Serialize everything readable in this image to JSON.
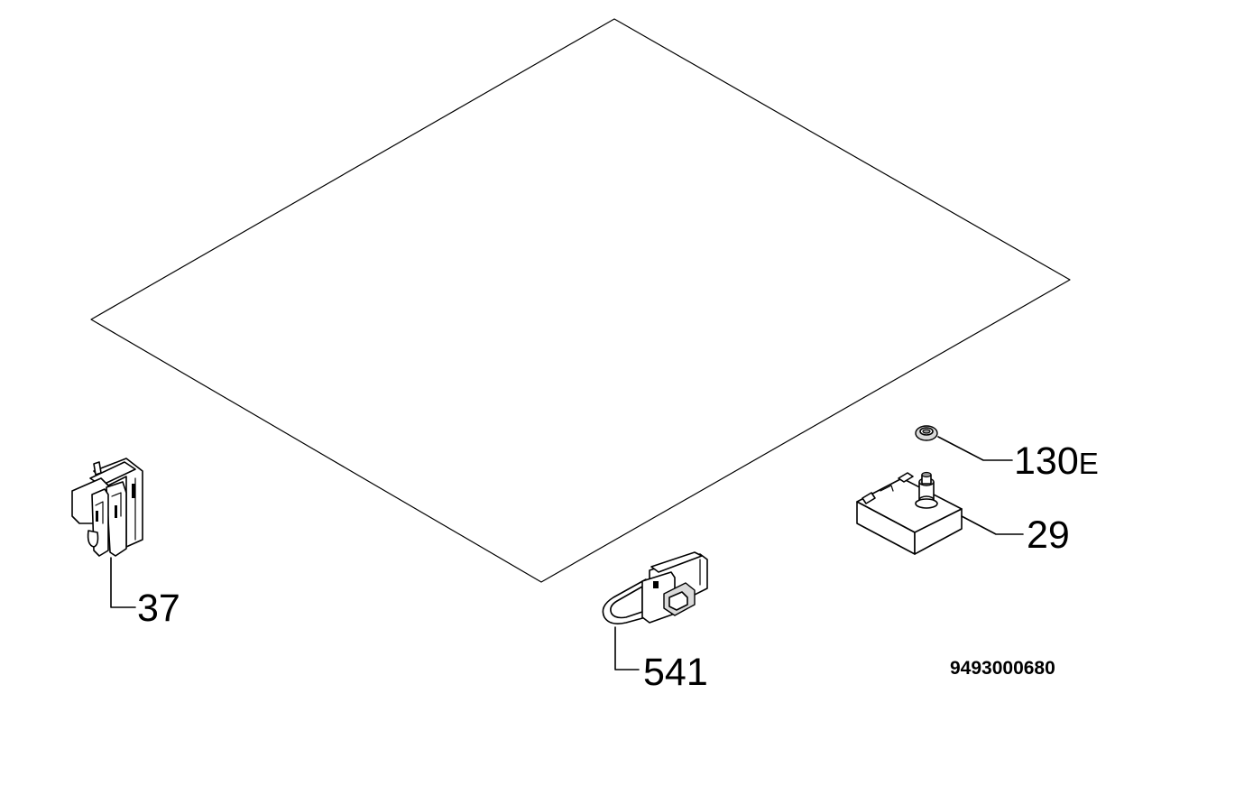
{
  "diagram": {
    "parts": [
      {
        "id": "panel",
        "label": ""
      },
      {
        "id": "part-37",
        "label": "37"
      },
      {
        "id": "part-541",
        "label": "541"
      },
      {
        "id": "part-130e",
        "label": "130",
        "suffix": "E"
      },
      {
        "id": "part-29",
        "label": "29"
      }
    ],
    "document_number": "9493000680"
  }
}
